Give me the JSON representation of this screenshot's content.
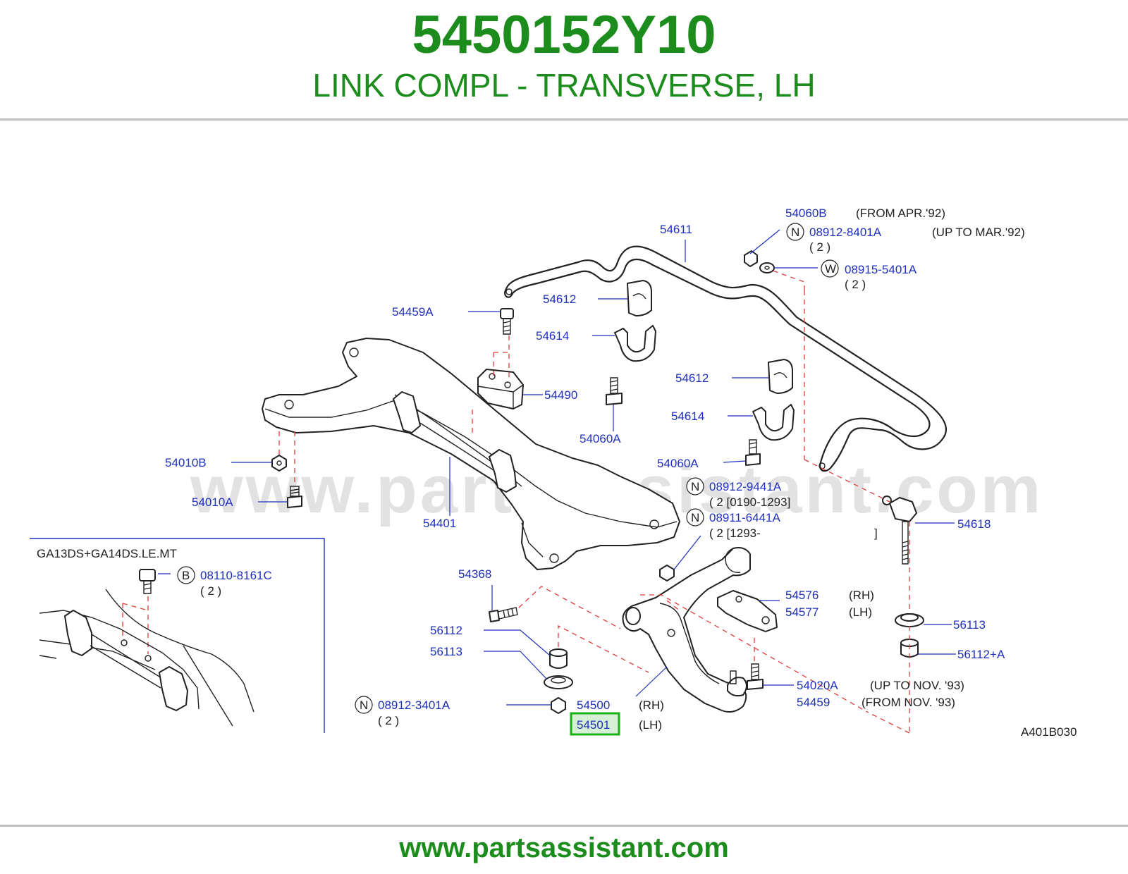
{
  "header": {
    "part_number": "5450152Y10",
    "part_name": "LINK COMPL - TRANSVERSE, LH"
  },
  "watermark": "www.partsassistant.com",
  "footer": {
    "url": "www.partsassistant.com"
  },
  "diagram": {
    "code": "A401B030",
    "inset_title": "GA13DS+GA14DS.LE.MT",
    "labels": {
      "p54060B": "54060B",
      "p54060B_note": "(FROM   APR.'92)",
      "p08912_8401A": "08912-8401A",
      "p08912_8401A_note": "(UP   TO   MAR.'92)",
      "p08912_8401A_qty": "( 2   )",
      "p08915_5401A": "08915-5401A",
      "p08915_5401A_qty": "( 2   )",
      "p54611": "54611",
      "p54612a": "54612",
      "p54459A": "54459A",
      "p54614a": "54614",
      "p54490": "54490",
      "p54060A_a": "54060A",
      "p54612b": "54612",
      "p54614b": "54614",
      "p54060A_b": "54060A",
      "p54010B": "54010B",
      "p54010A": "54010A",
      "p54401": "54401",
      "p08912_9441A": "08912-9441A",
      "p08912_9441A_qty": "( 2   [0190-1293]",
      "p08911_6441A": "08911-6441A",
      "p08911_6441A_qty": "( 2   [1293-",
      "p08911_6441A_end": "]",
      "p54618": "54618",
      "p54368": "54368",
      "p54576": "54576",
      "p54576_side": "(RH)",
      "p54577": "54577",
      "p54577_side": "(LH)",
      "p56112a": "56112",
      "p56113a": "56113",
      "p56113b": "56113",
      "p56112A": "56112+A",
      "p08110_8161C": "08110-8161C",
      "p08110_8161C_qty": "( 2   )",
      "p54020A": "54020A",
      "p54020A_note": "(UP   TO   NOV.   '93)",
      "p54459": "54459",
      "p54459_note": "(FROM   NOV.   '93)",
      "p08912_3401A": "08912-3401A",
      "p08912_3401A_qty": "( 2   )",
      "p54500": "54500",
      "p54500_side": "(RH)",
      "p54501": "54501",
      "p54501_side": "(LH)"
    },
    "callout_letters": {
      "n": "N",
      "w": "W",
      "b": "B"
    },
    "colors": {
      "title_green": "#1c8c1c",
      "label_blue": "#1f2fbf",
      "highlight_green": "#17b317",
      "leader_red": "#e23b3b"
    }
  }
}
